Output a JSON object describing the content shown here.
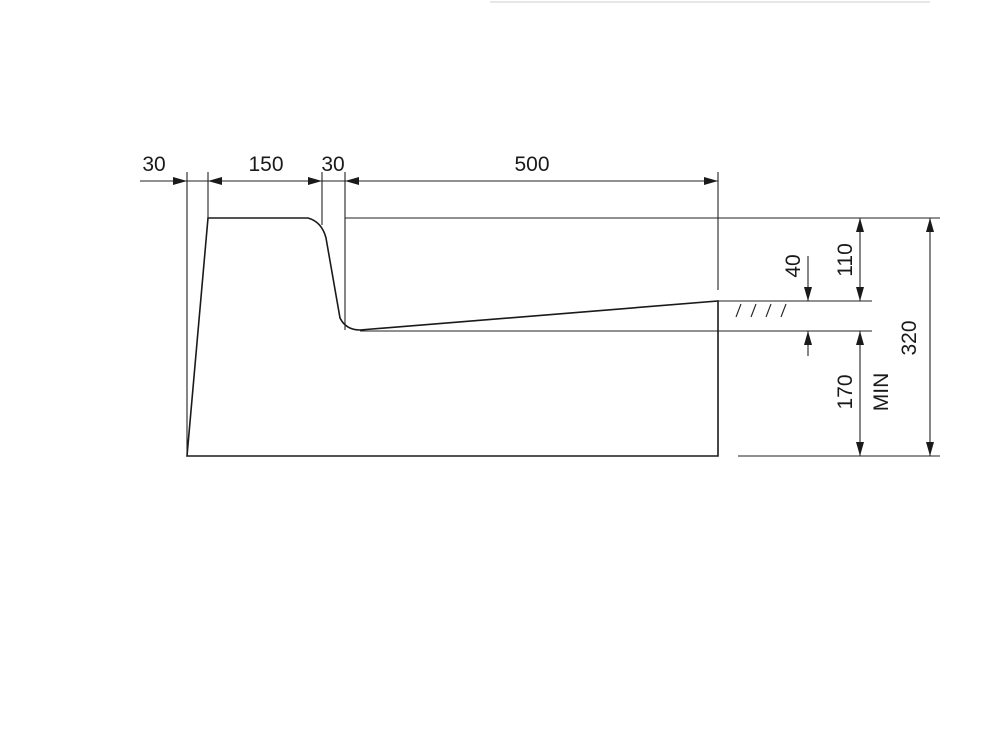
{
  "diagram": {
    "dimensions": {
      "top_left_edge": "30",
      "top_width": "150",
      "top_slope": "30",
      "channel_length": "500",
      "top_height": "110",
      "water_depth": "40",
      "base_height": "170",
      "base_note": "MIN",
      "total_height": "320"
    }
  }
}
